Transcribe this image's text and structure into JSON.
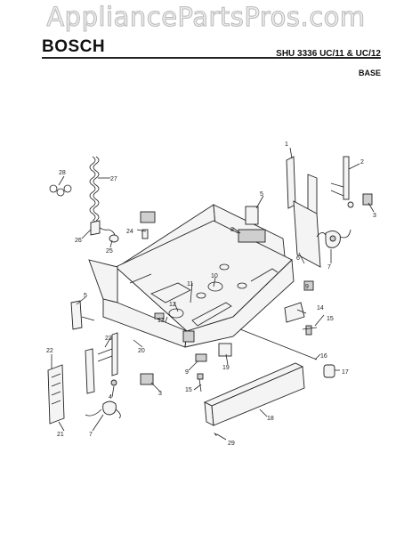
{
  "header": {
    "watermark": "AppliancePartsPros.com",
    "brand": "BOSCH",
    "model": "SHU 3336 UC/11 & UC/12",
    "section": "BASE"
  },
  "diagram": {
    "callouts": [
      {
        "id": "c1",
        "text": "1"
      },
      {
        "id": "c2",
        "text": "2"
      },
      {
        "id": "c3a",
        "text": "3"
      },
      {
        "id": "c3b",
        "text": "3"
      },
      {
        "id": "c4",
        "text": "4"
      },
      {
        "id": "c5a",
        "text": "5"
      },
      {
        "id": "c5b",
        "text": "5"
      },
      {
        "id": "c6",
        "text": "6"
      },
      {
        "id": "c7a",
        "text": "7"
      },
      {
        "id": "c7b",
        "text": "7"
      },
      {
        "id": "c8",
        "text": "8"
      },
      {
        "id": "c9a",
        "text": "9"
      },
      {
        "id": "c9b",
        "text": "9"
      },
      {
        "id": "c10",
        "text": "10"
      },
      {
        "id": "c11",
        "text": "11"
      },
      {
        "id": "c12",
        "text": "12"
      },
      {
        "id": "c13",
        "text": "13"
      },
      {
        "id": "c14",
        "text": "14"
      },
      {
        "id": "c15a",
        "text": "15"
      },
      {
        "id": "c15b",
        "text": "15"
      },
      {
        "id": "c16",
        "text": "16"
      },
      {
        "id": "c17",
        "text": "17"
      },
      {
        "id": "c18",
        "text": "18"
      },
      {
        "id": "c19",
        "text": "19"
      },
      {
        "id": "c20",
        "text": "20"
      },
      {
        "id": "c21",
        "text": "21"
      },
      {
        "id": "c22",
        "text": "22"
      },
      {
        "id": "c23",
        "text": "23"
      },
      {
        "id": "c24",
        "text": "24"
      },
      {
        "id": "c25",
        "text": "25"
      },
      {
        "id": "c26",
        "text": "26"
      },
      {
        "id": "c27",
        "text": "27"
      },
      {
        "id": "c28",
        "text": "28"
      },
      {
        "id": "c29",
        "text": "29"
      }
    ]
  }
}
